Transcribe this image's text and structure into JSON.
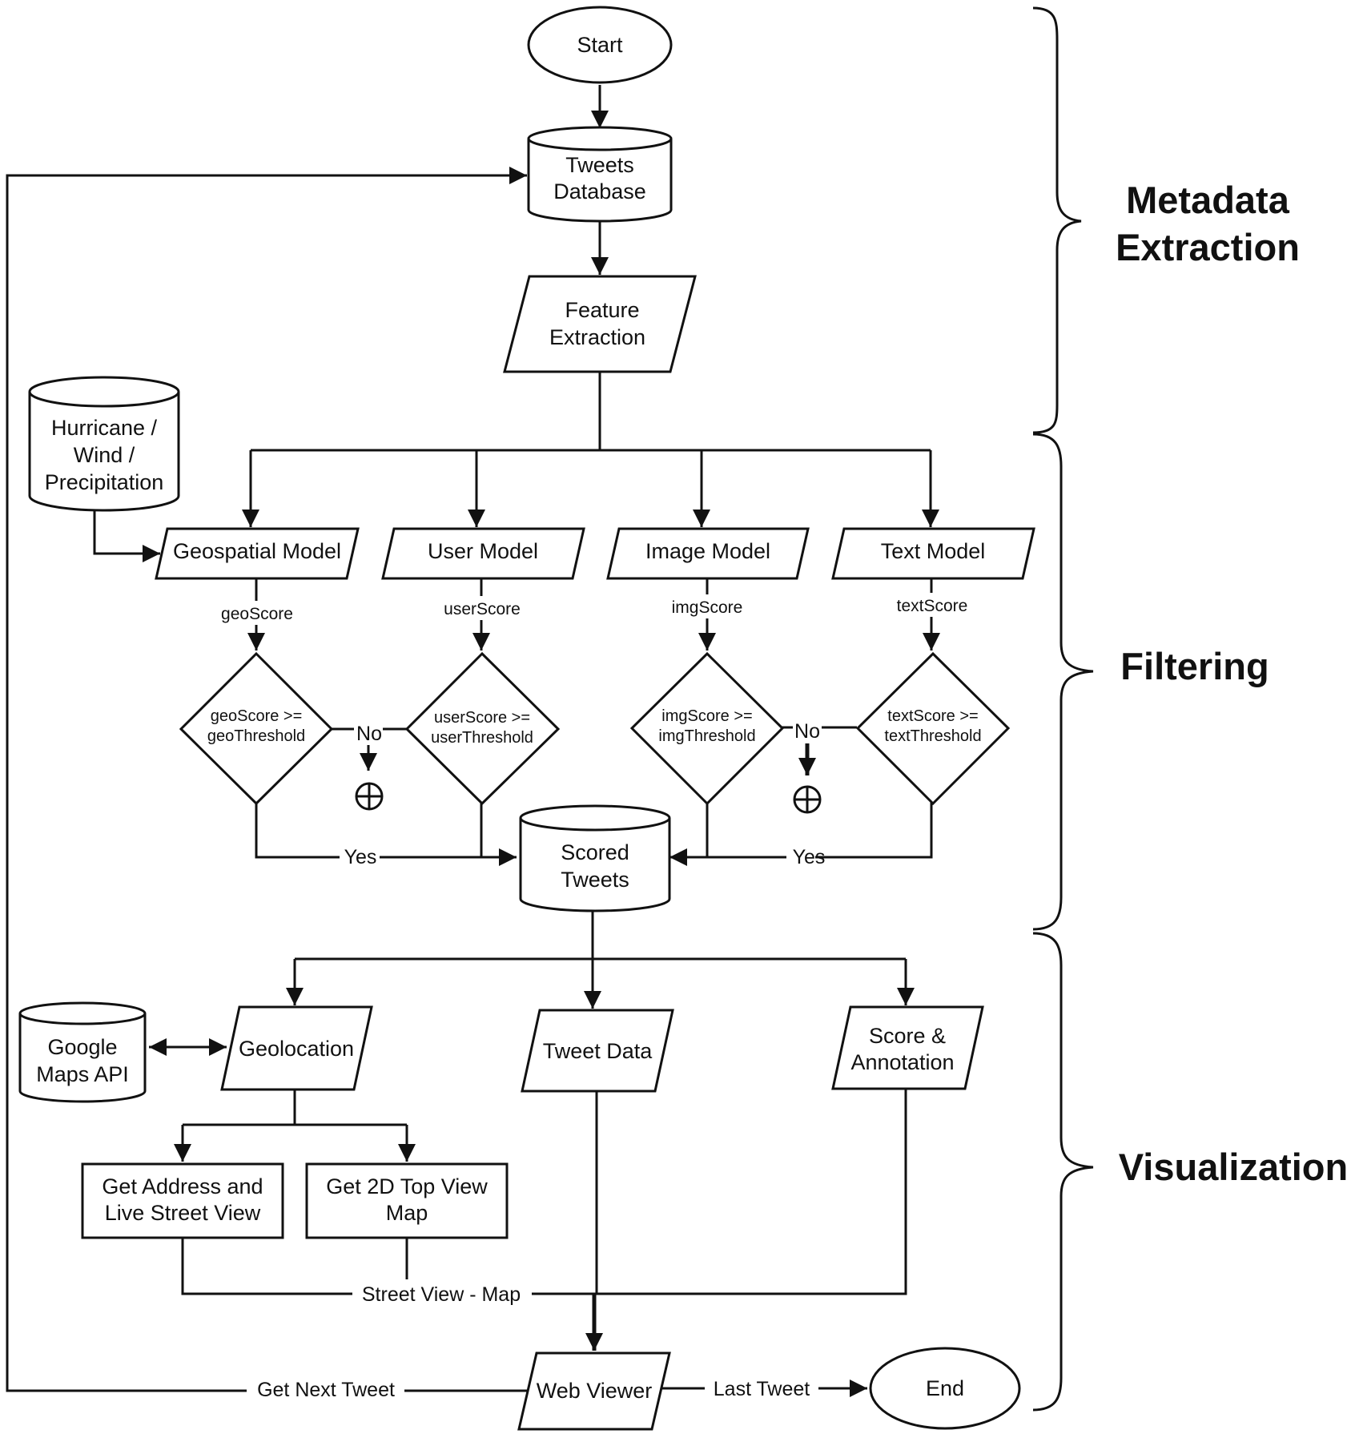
{
  "nodes": {
    "start": "Start",
    "tweets_db": [
      "Tweets",
      "Database"
    ],
    "feature_extraction": [
      "Feature",
      "Extraction"
    ],
    "weather_db": [
      "Hurricane /",
      "Wind /",
      "Precipitation"
    ],
    "geospatial_model": "Geospatial Model",
    "user_model": "User Model",
    "image_model": "Image Model",
    "text_model": "Text Model",
    "geo_decision": [
      "geoScore >=",
      "geoThreshold"
    ],
    "user_decision": [
      "userScore >=",
      "userThreshold"
    ],
    "img_decision": [
      "imgScore >=",
      "imgThreshold"
    ],
    "text_decision": [
      "textScore >=",
      "textThreshold"
    ],
    "scored_tweets": [
      "Scored",
      "Tweets"
    ],
    "google_maps": [
      "Google",
      "Maps API"
    ],
    "geolocation": "Geolocation",
    "tweet_data": "Tweet Data",
    "score_annotation": [
      "Score &",
      "Annotation"
    ],
    "get_address": [
      "Get Address and",
      "Live Street View"
    ],
    "get_2d_map": [
      "Get 2D Top View",
      "Map"
    ],
    "web_viewer": "Web Viewer",
    "end": "End"
  },
  "edge_labels": {
    "geo_score": "geoScore",
    "user_score": "userScore",
    "img_score": "imgScore",
    "text_score": "textScore",
    "no_left": "No",
    "no_right": "No",
    "yes_left": "Yes",
    "yes_right": "Yes",
    "street_view_map": "Street View - Map",
    "get_next_tweet": "Get Next Tweet",
    "last_tweet": "Last Tweet"
  },
  "sections": {
    "metadata": [
      "Metadata",
      "Extraction"
    ],
    "filtering": "Filtering",
    "visualization": "Visualization"
  }
}
